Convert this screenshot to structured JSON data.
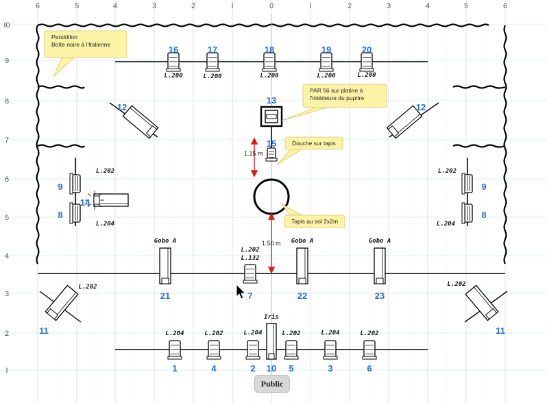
{
  "ruler_top": [
    "6",
    "5",
    "4",
    "3",
    "2",
    "I",
    "0",
    "I",
    "2",
    "3",
    "4",
    "5",
    "6"
  ],
  "ruler_left": [
    "I0",
    "9",
    "8",
    "7",
    "6",
    "5",
    "4",
    "3",
    "2",
    "I"
  ],
  "callouts": [
    {
      "id": "pendrillon",
      "lines": [
        "Pendrillon",
        "Boîte noire à l'Italienne"
      ]
    },
    {
      "id": "par56",
      "lines": [
        "PAR 56 sur platine à",
        "l'intérieure du pupitre"
      ]
    },
    {
      "id": "douche",
      "lines": [
        "Douche sur tapis"
      ]
    },
    {
      "id": "tapis",
      "lines": [
        "Tapis au sol 2x2m"
      ]
    }
  ],
  "dims": {
    "top": "1.15 m",
    "bottom": "1.50 m"
  },
  "fixtures": [
    {
      "n": "16",
      "filter": "L.200"
    },
    {
      "n": "17",
      "filter": "L.200"
    },
    {
      "n": "18",
      "filter": "L.200"
    },
    {
      "n": "19",
      "filter": "L.200"
    },
    {
      "n": "20",
      "filter": "L.200"
    },
    {
      "n": "13"
    },
    {
      "n": "15"
    },
    {
      "n": "12"
    },
    {
      "n": "12"
    },
    {
      "n": "9",
      "filter": "L.202"
    },
    {
      "n": "8",
      "filter": "L.204"
    },
    {
      "n": "14"
    },
    {
      "n": "9",
      "filter": "L.202"
    },
    {
      "n": "8",
      "filter": "L.204"
    },
    {
      "n": "21",
      "filter": "Gobo A"
    },
    {
      "n": "7",
      "filter": "L.202",
      "filter2": "L.132"
    },
    {
      "n": "22",
      "filter": "Gobo A"
    },
    {
      "n": "23",
      "filter": "Gobo A"
    },
    {
      "n": "11",
      "filter": "L.202"
    },
    {
      "n": "11",
      "filter": "L.202"
    },
    {
      "n": "1",
      "filter": "L.204"
    },
    {
      "n": "4",
      "filter": "L.202"
    },
    {
      "n": "2",
      "filter": "L.204"
    },
    {
      "n": "10",
      "filter": "Iris"
    },
    {
      "n": "5",
      "filter": "L.202"
    },
    {
      "n": "3",
      "filter": "L.204"
    },
    {
      "n": "6",
      "filter": "L.202"
    }
  ],
  "public_label": "Public"
}
